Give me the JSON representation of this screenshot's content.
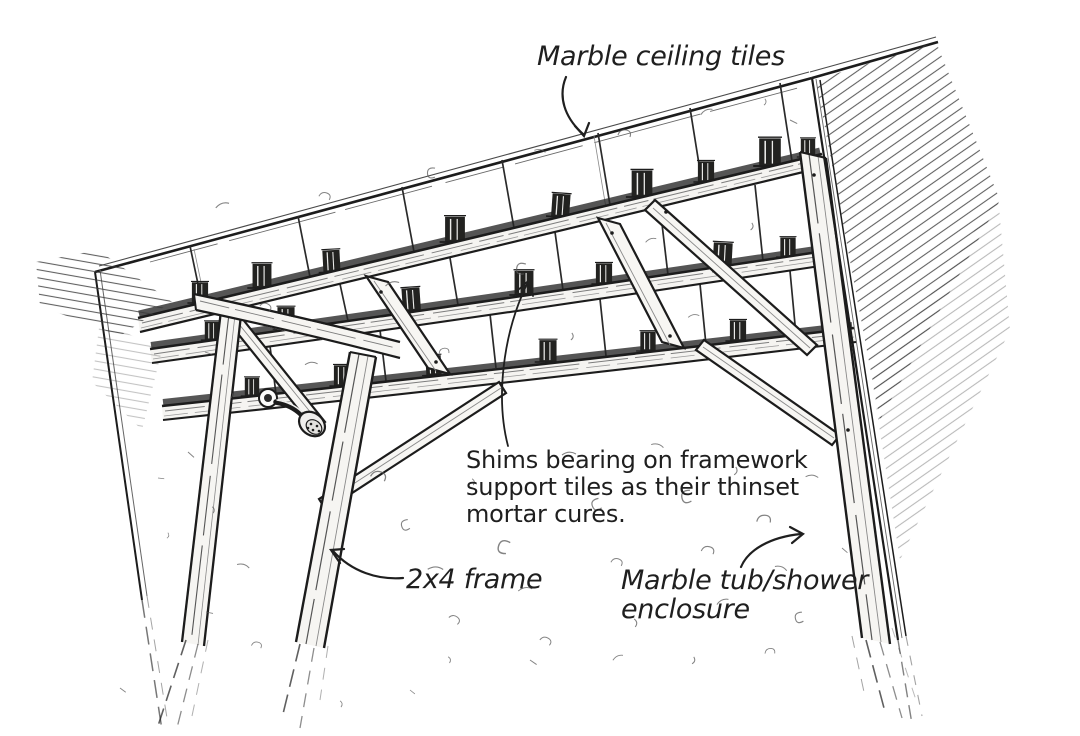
{
  "figure": {
    "kind": "hand-drawn construction illustration",
    "paper_color": "#ffffff",
    "ink_color": "#1f1f1f",
    "texture_color": "#5a5a5a"
  },
  "labels": {
    "ceiling_tiles": "Marble ceiling tiles",
    "shims_lines": [
      "Shims bearing on framework",
      "support tiles as their thinset",
      "mortar cures."
    ],
    "frame": "2x4 frame",
    "enclosure_lines": [
      "Marble tub/shower",
      "enclosure"
    ]
  },
  "icons": {
    "shower_head": "shower-head"
  }
}
